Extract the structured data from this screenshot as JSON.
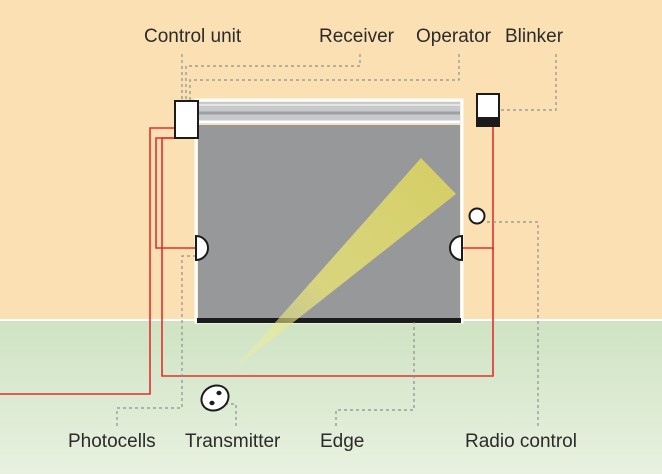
{
  "labels": {
    "control_unit": "Control unit",
    "receiver": "Receiver",
    "operator": "Operator",
    "blinker": "Blinker",
    "photocells": "Photocells",
    "transmitter": "Transmitter",
    "edge": "Edge",
    "radio_control": "Radio control"
  },
  "colors": {
    "wall": "#fbe0b3",
    "ground": "#d3e6c8",
    "door": "#96989a",
    "wire": "#e2302c",
    "leader": "#8f8f8f",
    "beam": "#e6e36a"
  }
}
